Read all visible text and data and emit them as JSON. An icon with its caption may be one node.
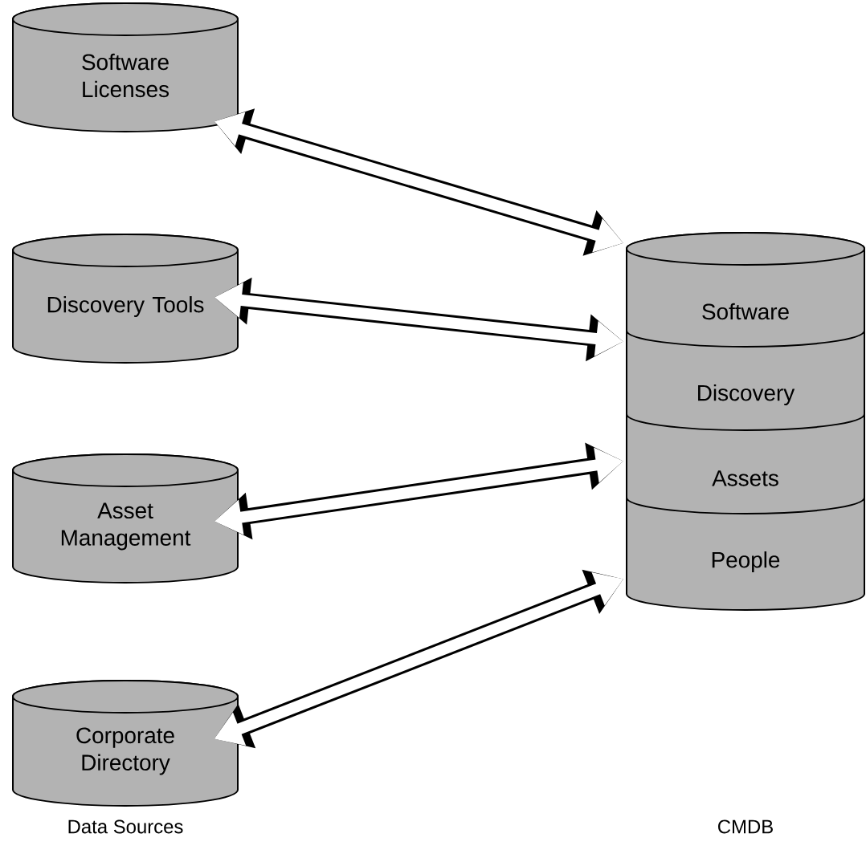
{
  "diagram": {
    "nodes": [
      {
        "text": [
          "Software Licenses"
        ]
      },
      {
        "text": [
          "Discovery Tools"
        ]
      },
      {
        "text": [
          "Asset Management"
        ]
      },
      {
        "text": [
          "Corporate Directory"
        ]
      },
      {
        "text": [],
        "shape": "cylinder"
      },
      {
        "text": [
          "Software"
        ],
        "in": 4
      },
      {
        "text": [
          "Discovery"
        ],
        "in": 4
      },
      {
        "text": [
          "Assets"
        ],
        "in": 4
      },
      {
        "text": [
          "People"
        ],
        "in": 4
      }
    ],
    "edges": [
      {
        "from": 0,
        "to": 4,
        "arrow": "both"
      },
      {
        "from": 1,
        "to": 4,
        "arrow": "both"
      },
      {
        "from": 2,
        "to": 4,
        "arrow": "both"
      },
      {
        "from": 3,
        "to": 4,
        "arrow": "both"
      }
    ],
    "labels": [
      "Data Sources",
      "CMDB"
    ]
  }
}
